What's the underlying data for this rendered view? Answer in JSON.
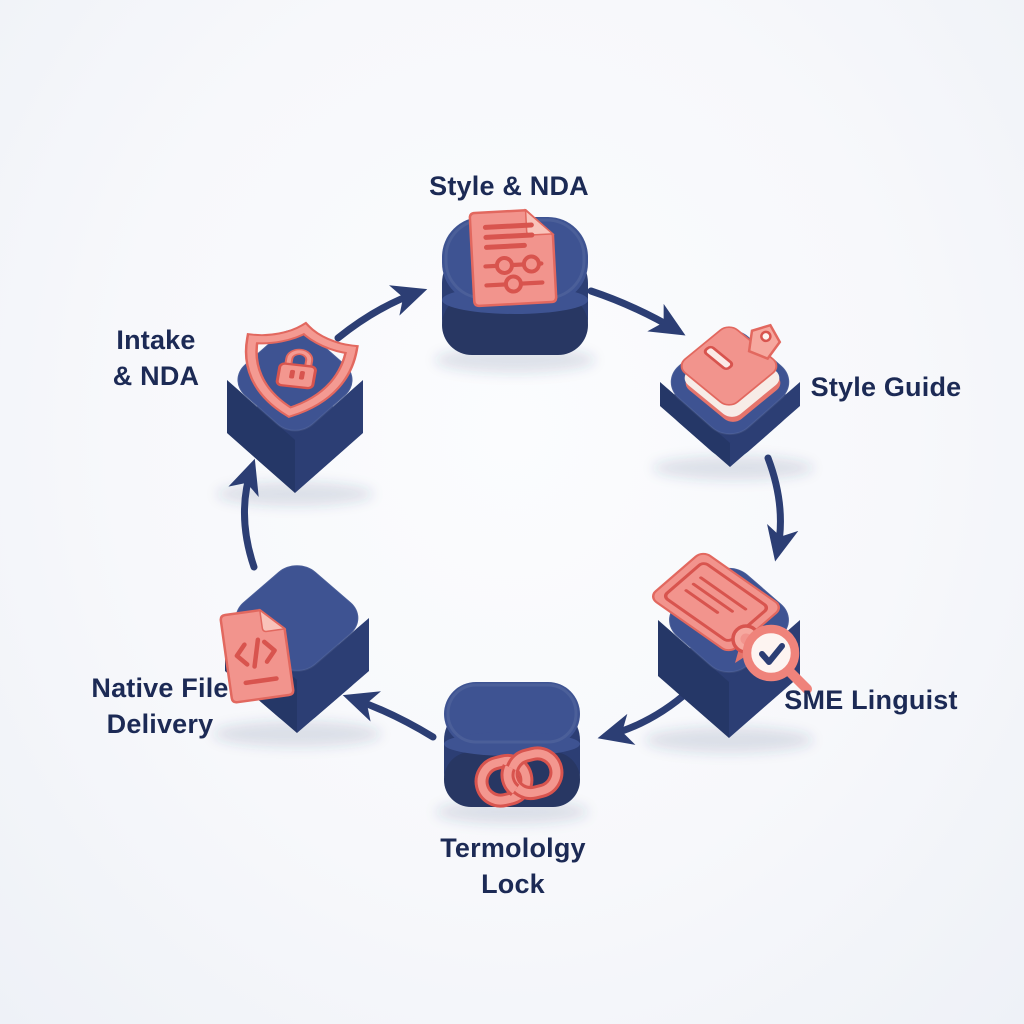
{
  "background_color": "#f7f8fb",
  "colors": {
    "block_top": "#3e5392",
    "block_side": "#2c3e74",
    "icon_coral": "#f2948d",
    "icon_coral_light": "#f9c3ba",
    "icon_coral_dark": "#d8544e",
    "arrow": "#2c3e74",
    "label_text": "#1c2a55"
  },
  "diagram": {
    "type": "circular-process",
    "direction": "clockwise",
    "nodes": [
      {
        "id": "style-nda",
        "label": "Style & NDA",
        "lines": [
          "Style & NDA"
        ],
        "icon": "document-sliders-icon",
        "shape": "front-box"
      },
      {
        "id": "style-guide",
        "label": "Style Guide",
        "lines": [
          "Style Guide"
        ],
        "icon": "book-tag-icon",
        "shape": "iso-cube"
      },
      {
        "id": "sme-linguist",
        "label": "SME Linguist",
        "lines": [
          "SME Linguist"
        ],
        "icon": "certificate-magnifier-icon",
        "shape": "iso-cube"
      },
      {
        "id": "terminology-lock",
        "label": "Termololgy Lock",
        "lines": [
          "Termololgy",
          "Lock"
        ],
        "icon": "chain-links-icon",
        "shape": "front-box"
      },
      {
        "id": "native-file-delivery",
        "label": "Native File Delivery",
        "lines": [
          "Native File",
          "Delivery"
        ],
        "icon": "code-file-icon",
        "shape": "iso-cube"
      },
      {
        "id": "intake-nda",
        "label": "Intake & NDA",
        "lines": [
          "Intake",
          "& NDA"
        ],
        "icon": "shield-lock-icon",
        "shape": "iso-cube"
      }
    ],
    "flow_order": [
      "intake-nda",
      "style-nda",
      "style-guide",
      "sme-linguist",
      "terminology-lock",
      "native-file-delivery"
    ]
  }
}
